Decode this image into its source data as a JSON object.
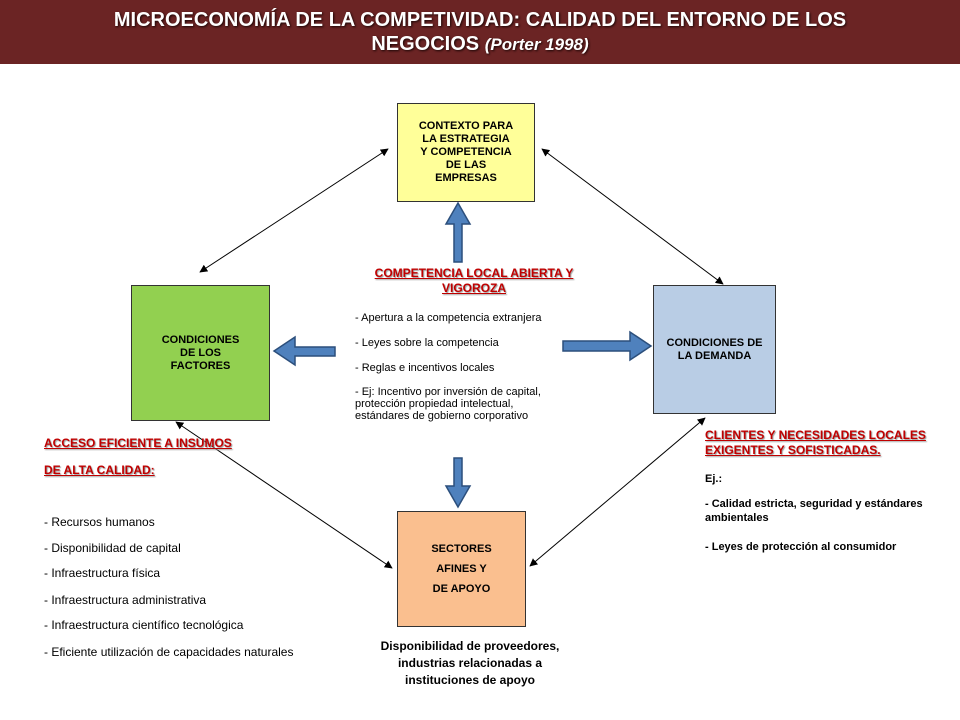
{
  "header": {
    "title_line1": "MICROECONOMÍA DE LA COMPETIVIDAD: CALIDAD DEL ENTORNO DE LOS",
    "title_line2": "NEGOCIOS",
    "citation": "(Porter 1998)"
  },
  "boxes": {
    "top": "CONTEXTO PARA\nLA ESTRATEGIA\nY COMPETENCIA\nDE LAS\nEMPRESAS",
    "left": "CONDICIONES\nDE LOS\nFACTORES",
    "right": "CONDICIONES  DE\nLA DEMANDA",
    "bottom": "SECTORES\nAFINES Y\nDE APOYO"
  },
  "center": {
    "heading": "COMPETENCIA LOCAL ABIERTA Y VIGOROZA",
    "items": [
      "-  Apertura a la competencia extranjera",
      "-   Leyes sobre la competencia",
      "-   Reglas e incentivos locales",
      "-   Ej: Incentivo por inversión de capital,\n    protección propiedad intelectual,\n    estándares de gobierno corporativo"
    ]
  },
  "left_panel": {
    "heading_line1": "ACCESO EFICIENTE A INSUMOS",
    "heading_line2": "DE ALTA CALIDAD:",
    "items": [
      "- Recursos humanos",
      "- Disponibilidad de capital",
      "- Infraestructura física",
      "- Infraestructura administrativa",
      "- Infraestructura científico tecnológica",
      "-  Eficiente utilización de capacidades naturales"
    ]
  },
  "right_panel": {
    "heading": "CLIENTES Y NECESIDADES LOCALES EXIGENTES Y SOFISTICADAS.",
    "items": [
      "Ej.:",
      "- Calidad estricta, seguridad y estándares ambientales",
      "- Leyes de protección al consumidor"
    ]
  },
  "bottom_caption": "Disponibilidad de proveedores,\nindustrias relacionadas a\ninstituciones de apoyo",
  "colors": {
    "header_bg": "#6b2424",
    "top_box": "#ffff99",
    "left_box": "#92d050",
    "right_box": "#b9cde5",
    "bottom_box": "#fabf8f",
    "block_arrow": "#4f81bd",
    "heading_red": "#c00000"
  }
}
